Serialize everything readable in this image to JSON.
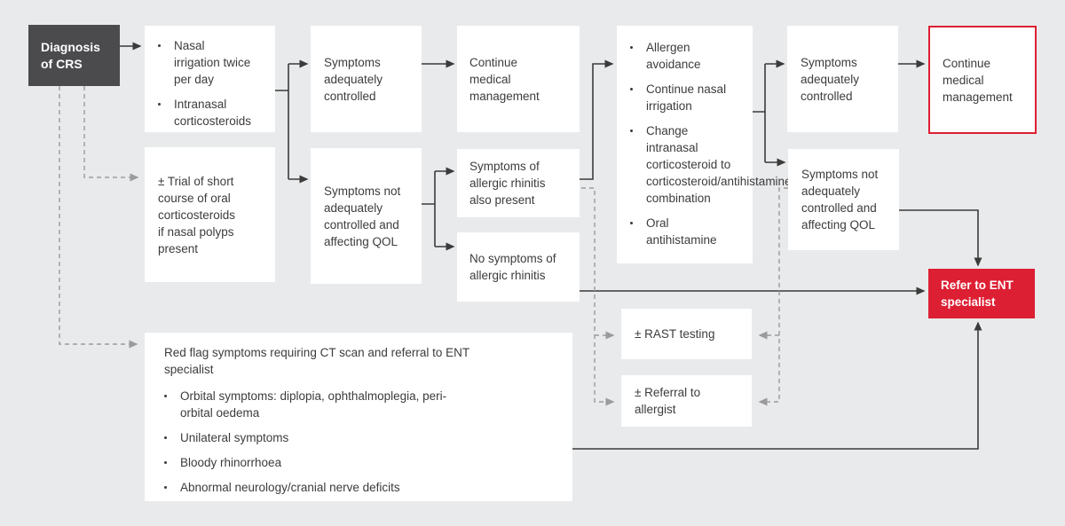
{
  "palette": {
    "background": "#e9eaeb",
    "box": "#ffffff",
    "dark": "#4b4b4d",
    "red": "#dd1f33",
    "text": "#3c3c3e",
    "line": "#3b3b3b",
    "dashed": "#9b9b9d"
  },
  "nodes": {
    "diagnosis": {
      "label": "Diagnosis of CRS"
    },
    "initial_treatment": {
      "items": [
        "Nasal irrigation twice per day",
        "Intranasal corticosteroids"
      ]
    },
    "oral_steroids": {
      "label": "± Trial of short course of oral corticosteroids if nasal polyps present"
    },
    "controlled_1": {
      "label": "Symptoms adequately controlled"
    },
    "continue_1": {
      "label": "Continue medical management"
    },
    "not_controlled_1": {
      "label": "Symptoms not adequately controlled and affecting QOL"
    },
    "ar_present": {
      "label": "Symptoms of allergic rhinitis also present"
    },
    "ar_absent": {
      "label": "No symptoms of allergic rhinitis"
    },
    "ar_management": {
      "items": [
        "Allergen avoidance",
        "Continue nasal irrigation",
        "Change intranasal corticosteroid to corticosteroid/antihistamine combination",
        "Oral antihistamine"
      ]
    },
    "controlled_2": {
      "label": "Symptoms adequately controlled"
    },
    "continue_2": {
      "label": "Continue medical management"
    },
    "not_controlled_2": {
      "label": "Symptoms not adequately controlled and affecting QOL"
    },
    "rast": {
      "label": "± RAST testing"
    },
    "allergist": {
      "label": "± Referral to allergist"
    },
    "refer_ent": {
      "label": "Refer to ENT specialist"
    },
    "red_flag": {
      "title": "Red flag symptoms requiring CT scan and referral to ENT specialist",
      "items": [
        "Orbital symptoms: diplopia, ophthalmoplegia, peri-orbital oedema",
        "Unilateral symptoms",
        "Bloody rhinorrhoea",
        "Abnormal neurology/cranial nerve deficits"
      ]
    }
  }
}
